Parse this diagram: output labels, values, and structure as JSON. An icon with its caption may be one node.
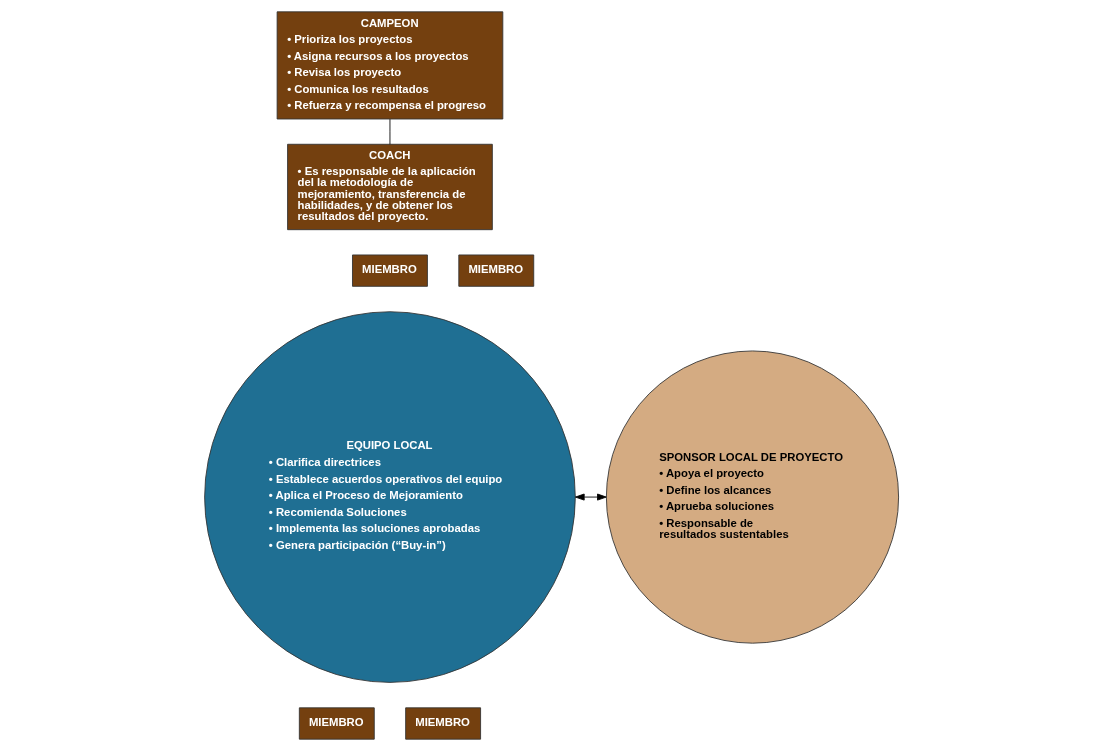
{
  "diagram": {
    "nodes": [
      {
        "text": [
          "CAMPEON",
          "• Prioriza los proyectos",
          "• Asigna recursos a los proyectos",
          "• Revisa los proyecto",
          "• Comunica los resultados",
          "• Refuerza y recompensa el progreso"
        ]
      },
      {
        "text": [
          "COACH",
          "• Es responsable de la aplicación del la metodología de mejoramiento, transferencia de habilidades, y de obtener los resultados del proyecto."
        ]
      },
      {
        "text": [
          "EQUIPO LOCAL",
          "• Clarifica directrices",
          "• Establece acuerdos operativos del equipo",
          "• Aplica el Proceso de Mejoramiento",
          "• Recomienda Soluciones",
          "• Implementa las soluciones aprobadas",
          "• Genera participación (“Buy-in”)"
        ]
      },
      {
        "text": [
          "MIEMBRO"
        ]
      },
      {
        "text": [
          "MIEMBRO"
        ]
      },
      {
        "text": [
          "MIEMBRO"
        ]
      },
      {
        "text": [
          "MIEMBRO"
        ]
      },
      {
        "text": [
          "SPONSOR LOCAL DE PROYECTO",
          "• Apoya el proyecto",
          "• Define los alcances",
          "• Aprueba soluciones",
          "• Responsable de resultados sustentables"
        ]
      }
    ],
    "edges": [
      {
        "from": 0,
        "to": 1,
        "arrow": "none"
      },
      {
        "from": 2,
        "to": 7,
        "arrow": "both"
      }
    ]
  }
}
